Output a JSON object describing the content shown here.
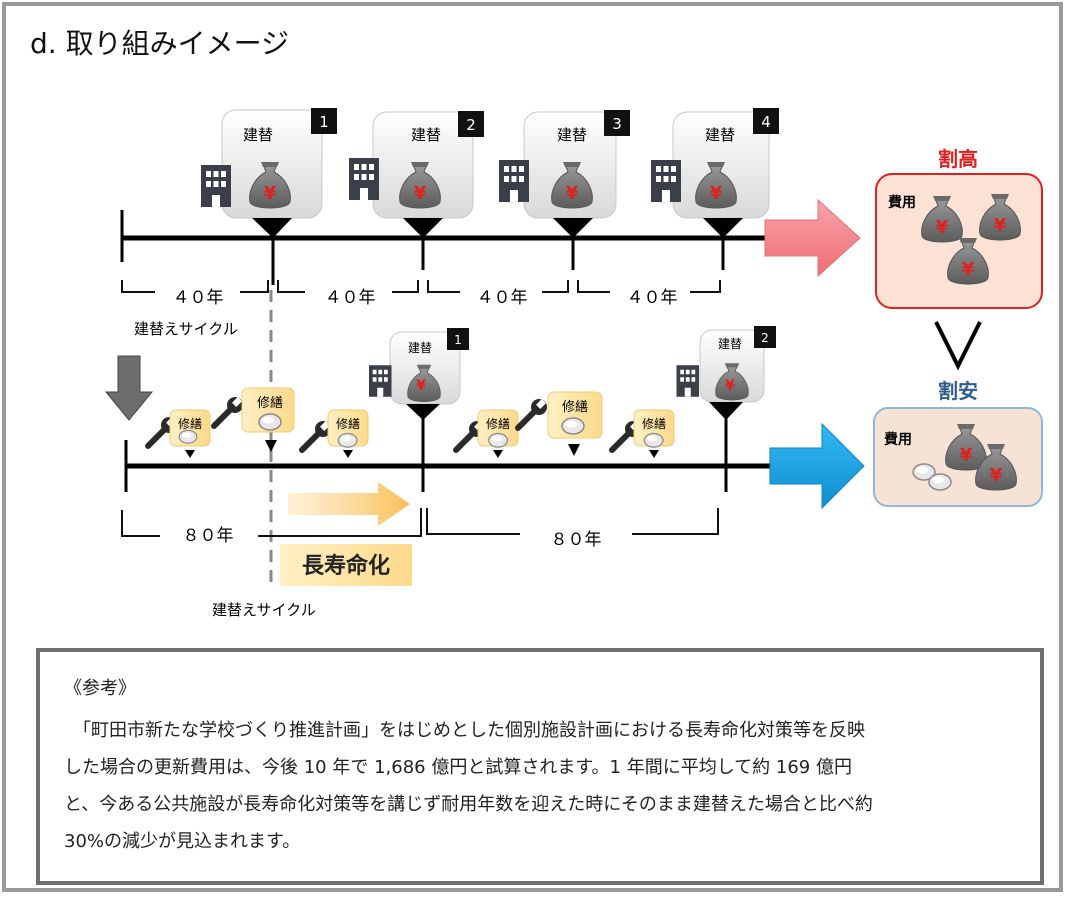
{
  "title": "d. 取り組みイメージ",
  "upper": {
    "replace_label": "建替",
    "steps": [
      "1",
      "2",
      "3",
      "4"
    ],
    "intervals": [
      "４０年",
      "４０年",
      "４０年",
      "４０年"
    ],
    "cycle_label": "建替えサイクル",
    "result_label": "割高",
    "cost_label": "費用"
  },
  "lower": {
    "replace_label": "建替",
    "steps": [
      "1",
      "2"
    ],
    "repair_label": "修繕",
    "intervals": [
      "８０年",
      "８０年"
    ],
    "cycle_label": "建替えサイクル",
    "extension_label": "長寿命化",
    "result_label": "割安",
    "cost_label": "費用"
  },
  "yen": "¥",
  "comparison_symbol": "V",
  "colors": {
    "expensive": "#e02020",
    "cheap": "#2e5d8e",
    "pink_arrow": "#f4858c",
    "blue_arrow": "#1aa3e6",
    "orange_arrow": "#fcc466",
    "yen": "#e02020"
  },
  "note": {
    "heading": "《参考》",
    "paragraph": "　「町田市新たな学校づくり推進計画」をはじめとした個別施設計画における長寿命化対策等を反映した場合の更新費用は、今後 10 年で 1,686 億円と試算されます。1 年間に平均して約 169 億円と、今ある公共施設が長寿命化対策等を講じず耐用年数を迎えた時にそのまま建替えた場合と比べ約 30%の減少が見込まれます。",
    "lines": [
      "　「町田市新たな学校づくり推進計画」をはじめとした個別施設計画における長寿命化対策等を反映",
      "した場合の更新費用は、今後 10 年で 1,686 億円と試算されます。1 年間に平均して約 169 億円",
      "と、今ある公共施設が長寿命化対策等を講じず耐用年数を迎えた時にそのまま建替えた場合と比べ約",
      "30%の減少が見込まれます。"
    ]
  }
}
